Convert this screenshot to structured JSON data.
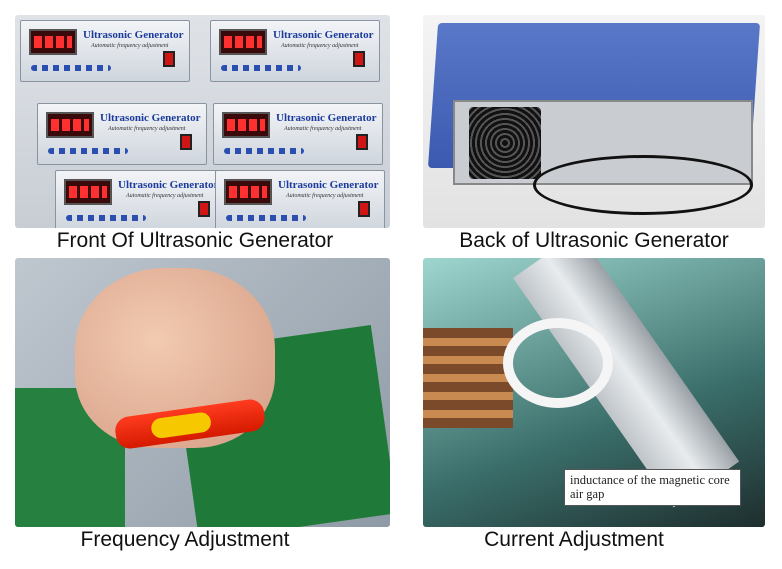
{
  "panels": [
    {
      "caption": "Front Of Ultrasonic Generator",
      "unit_label": "Ultrasonic Generator",
      "unit_sublabel": "Automatic frequency adjustment"
    },
    {
      "caption": "Back of Ultrasonic Generator"
    },
    {
      "caption": "Frequency Adjustment"
    },
    {
      "caption": "Current Adjustment",
      "annotation": "inductance of the magnetic core air gap"
    }
  ]
}
